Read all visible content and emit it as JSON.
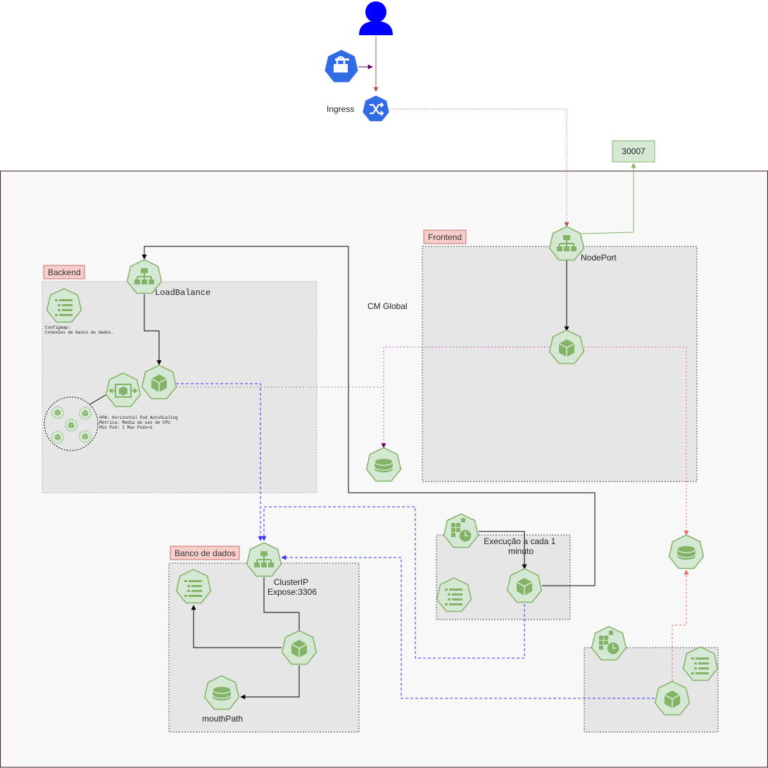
{
  "colors": {
    "k8s_blue": "#326ce5",
    "user_blue": "#0000ff",
    "node_green": "#82b366",
    "node_fill": "#d5e8d4",
    "tag_pink": "#f8cecc",
    "zone_gray": "#e6e6e6",
    "outer_bg": "#f8f8f8"
  },
  "ingress": {
    "label": "Ingress"
  },
  "port_box": {
    "label": "30007"
  },
  "frontend": {
    "title": "Frontend",
    "service_label": "NodePort"
  },
  "backend": {
    "title": "Backend",
    "service_label": "LoadBalance",
    "configmap_note": [
      "Configmap:",
      "Conexões de banco de dados."
    ],
    "hpa_note": [
      "HPA: Horizontal Pod AutoScaling",
      "Métrica: Média de uso de CPU",
      "Min Pod: 1 Max Pods=3"
    ]
  },
  "cm_global": {
    "label": "CM Global"
  },
  "database": {
    "title": "Banco de dados",
    "service_label": [
      "ClusterIP",
      "Expose:3306"
    ],
    "volume_label": "mouthPath"
  },
  "cronjob": {
    "label": [
      "Execução a cada 1",
      "minuto"
    ]
  },
  "icons": [
    "user-icon",
    "secret-icon",
    "ingress-icon",
    "service-icon",
    "pod-icon",
    "configmap-icon",
    "hpa-icon",
    "pv-icon",
    "cronjob-icon"
  ]
}
